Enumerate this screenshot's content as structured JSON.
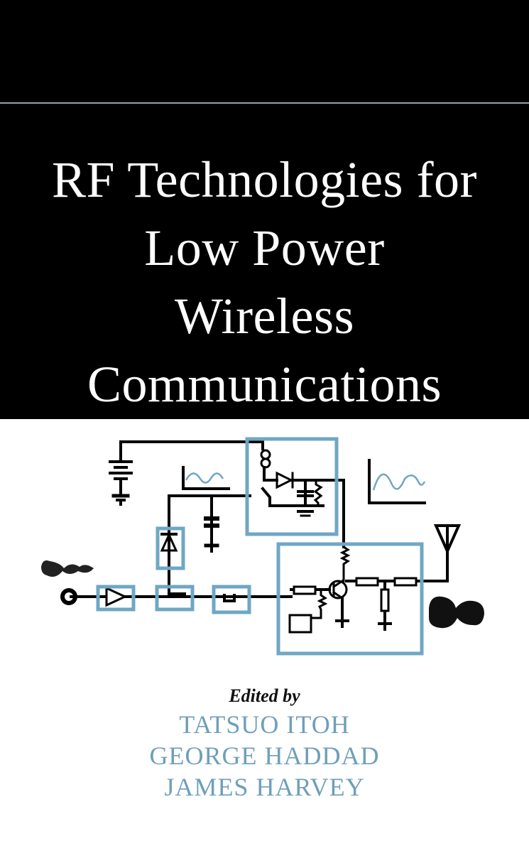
{
  "cover": {
    "background_top": "#000000",
    "accent_color": "#6fa7c4",
    "rule_color": "#8fa3b0",
    "title_lines": [
      "RF Technologies for",
      "Low Power",
      "Wireless",
      "Communications"
    ],
    "edited_by": "Edited by",
    "editors": [
      "TATSUO ITOH",
      "GEORGE HADDAD",
      "JAMES HARVEY"
    ]
  },
  "illustration": {
    "description": "RF transmitter circuit schematic with highlighted blocks",
    "icons": [
      "battery-icon",
      "ground-icon",
      "diode-icon",
      "amplifier-icon",
      "coupler-icon",
      "filter-icon",
      "transistor-icon",
      "inductor-icon",
      "resistor-icon",
      "capacitor-icon",
      "antenna-icon",
      "signal-waveform-icon",
      "spectrum-plot-icon"
    ]
  }
}
